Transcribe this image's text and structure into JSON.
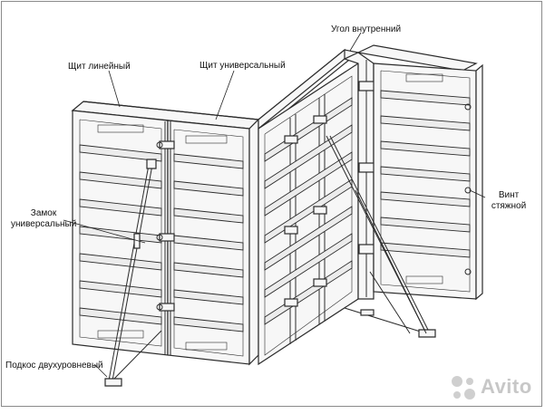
{
  "labels": {
    "shield_linear": "Щит линейный",
    "shield_universal": "Щит универсальный",
    "inner_corner": "Угол внутренний",
    "lock_universal_line1": "Замок",
    "lock_universal_line2": "универсальный",
    "tie_screw_line1": "Винт",
    "tie_screw_line2": "стяжной",
    "brace_two_level": "Подкос двухуровневый"
  },
  "watermark": {
    "text": "Avito",
    "icon": "avito-logo-icon"
  },
  "colors": {
    "line": "#2b2b2b",
    "panel_fill": "#f4f4f4",
    "rib_fill": "#e6e6e6",
    "label": "#111111",
    "watermark": "#9a9a9a"
  }
}
